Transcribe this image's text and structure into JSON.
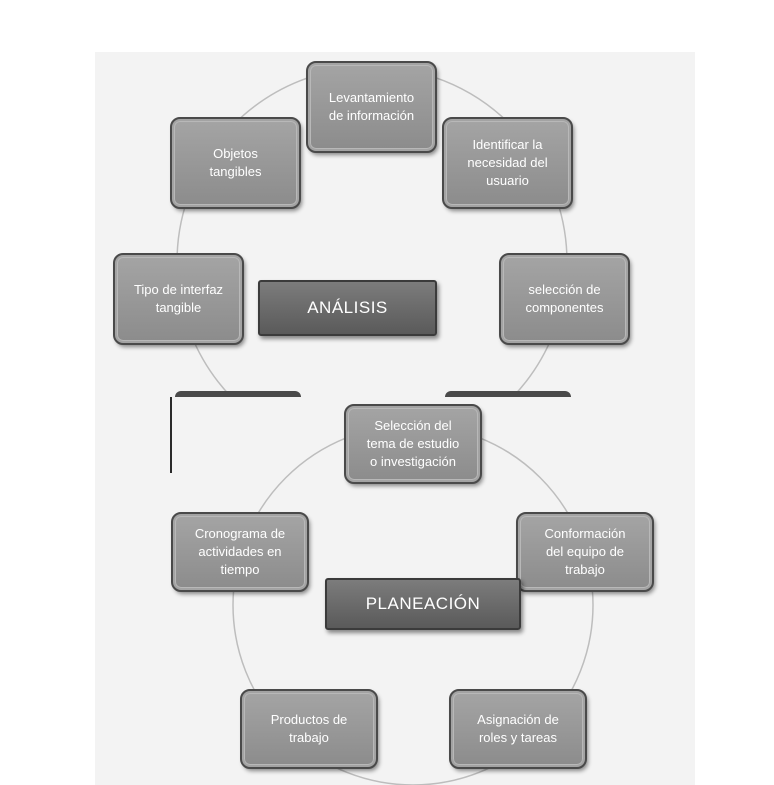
{
  "diagram_top": {
    "center": "ANÁLISIS",
    "nodes": [
      "Levantamiento\nde información",
      "Identificar la\nnecesidad del\nusuario",
      "selección de\ncomponentes",
      "Tipo de interfaz\ntangible",
      "Objetos\ntangibles"
    ]
  },
  "diagram_bottom": {
    "center": "PLANEACIÓN",
    "nodes": [
      "Selección del\ntema de estudio\no investigación",
      "Conformación\ndel equipo de\ntrabajo",
      "Asignación de\nroles y tareas",
      "Productos de\ntrabajo",
      "Cronograma de\nactividades en\ntiempo"
    ]
  }
}
